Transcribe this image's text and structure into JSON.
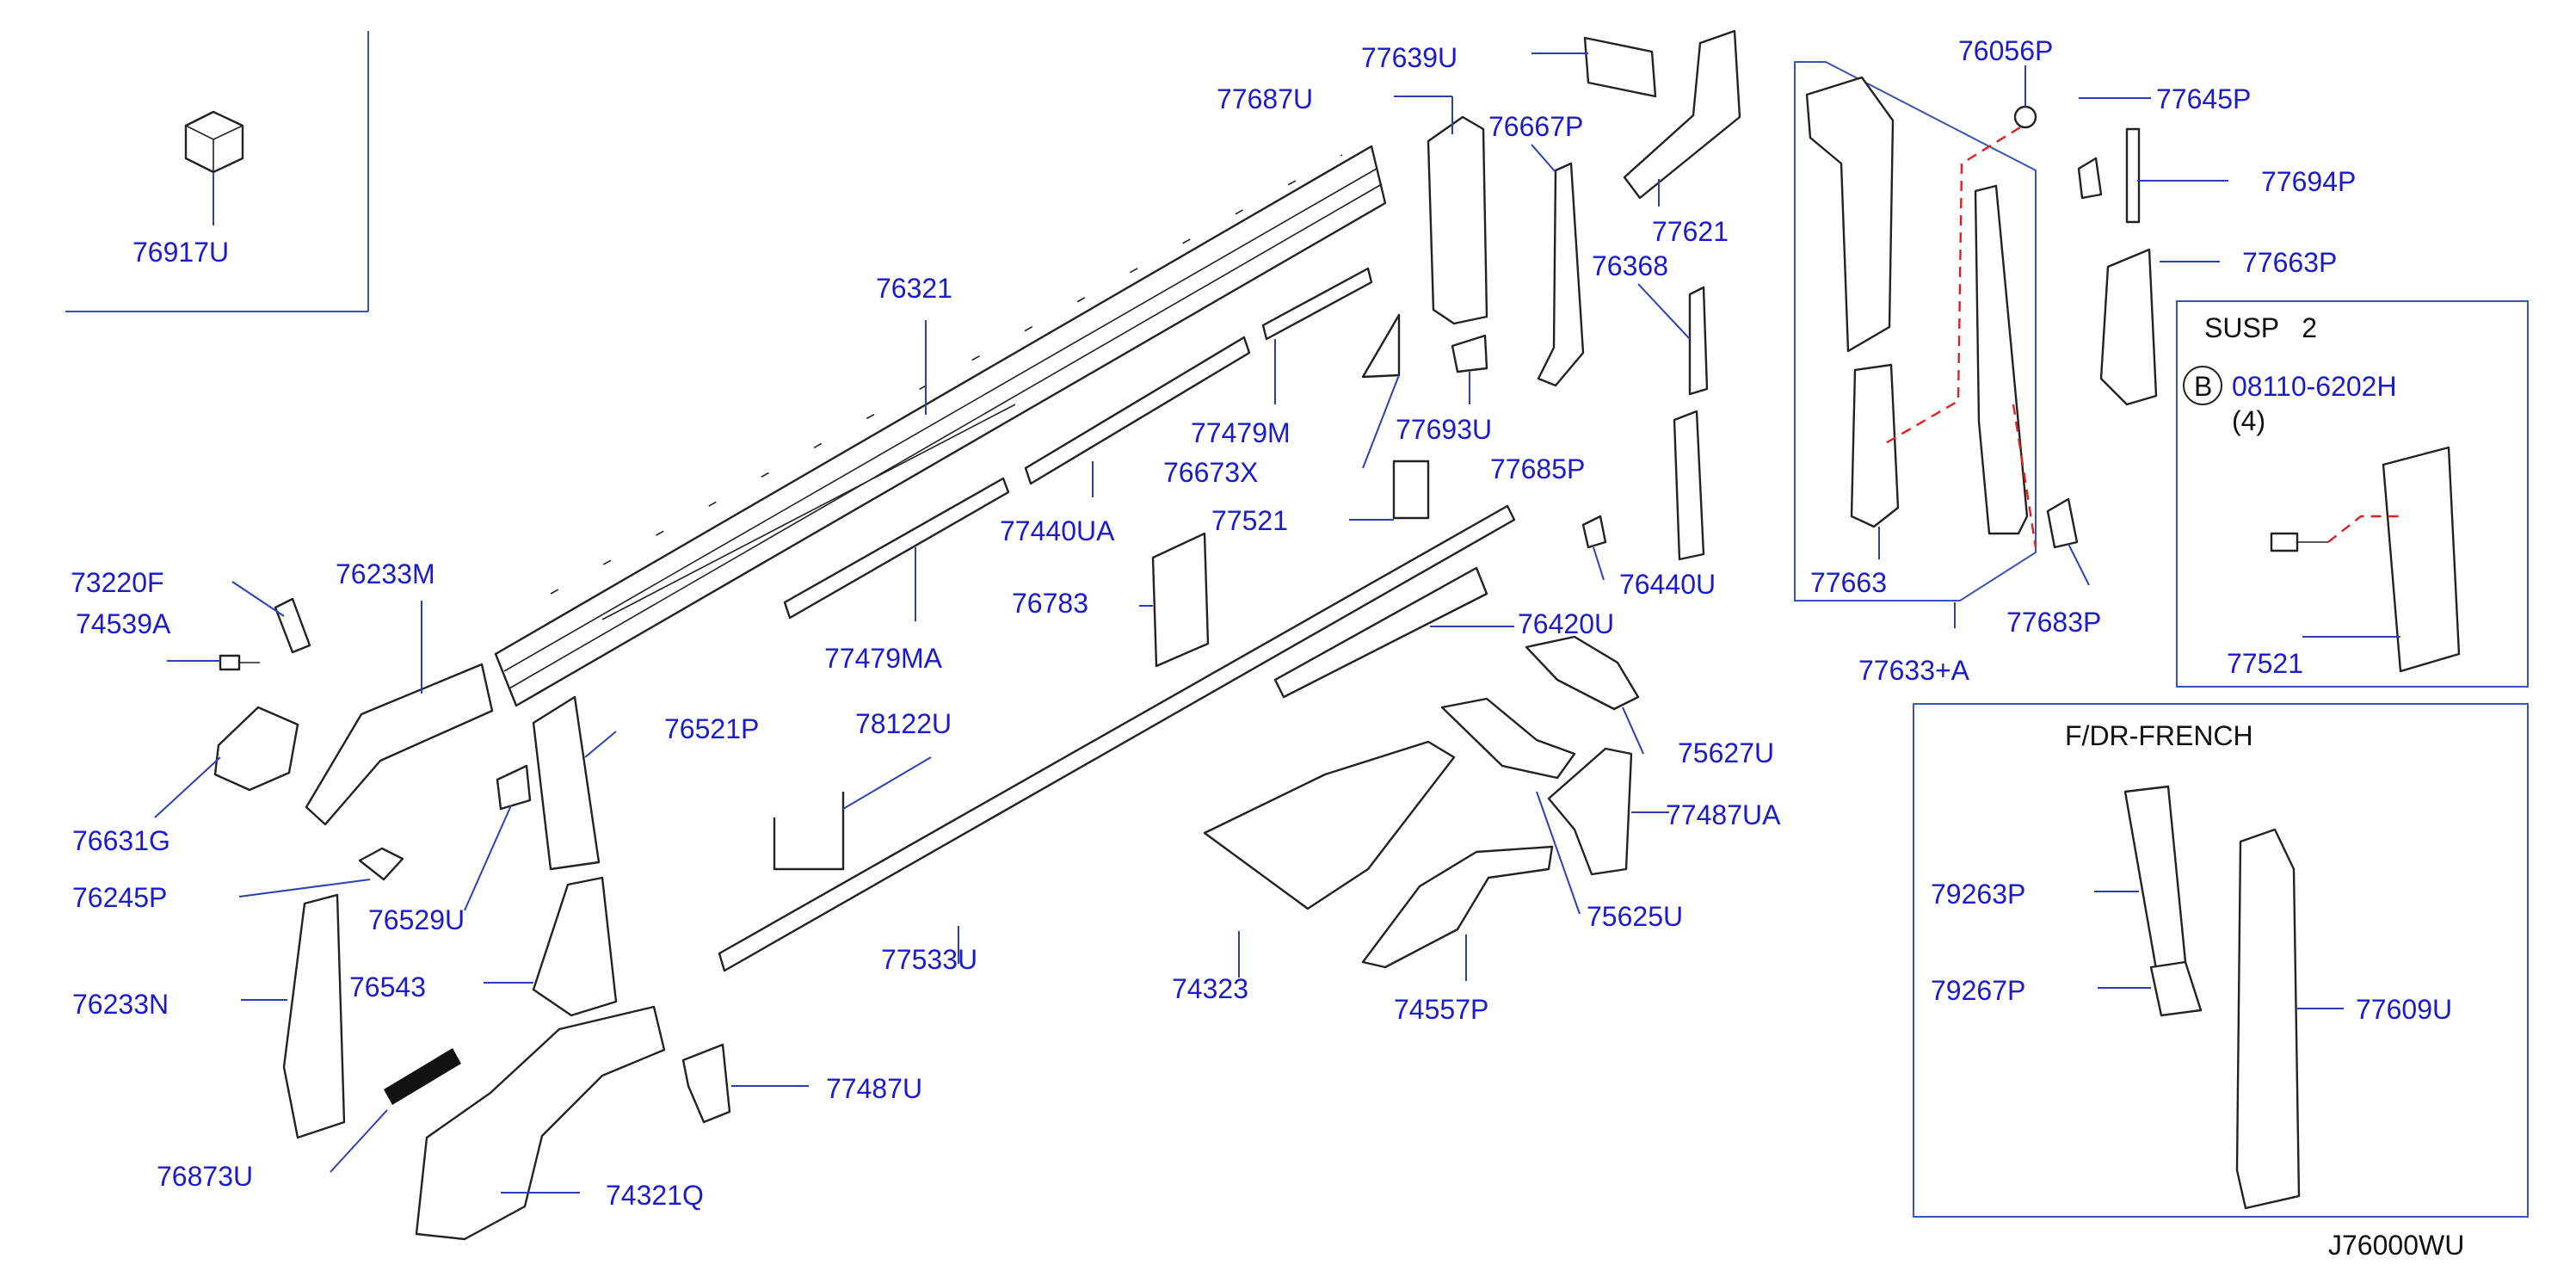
{
  "diagram": {
    "code": "J76000WU",
    "colors": {
      "label": "#1b1bcc",
      "leader": "#2b3fb8",
      "part_outline": "#222222",
      "assembly_line": "#e02020",
      "box_title": "#111111"
    },
    "boxes": {
      "susp": {
        "title": "SUSP   2",
        "bolt_badge": "B",
        "bolt_part": "08110-6202H",
        "bolt_qty": "(4)"
      },
      "french": {
        "title": "F/DR-FRENCH"
      }
    },
    "labels": [
      {
        "id": "p76917U",
        "text": "76917U"
      },
      {
        "id": "p76321",
        "text": "76321"
      },
      {
        "id": "p77687U",
        "text": "77687U"
      },
      {
        "id": "p77639U",
        "text": "77639U"
      },
      {
        "id": "p76667P",
        "text": "76667P"
      },
      {
        "id": "p77621",
        "text": "77621"
      },
      {
        "id": "p76368",
        "text": "76368"
      },
      {
        "id": "p76056P",
        "text": "76056P"
      },
      {
        "id": "p77645P",
        "text": "77645P"
      },
      {
        "id": "p77694P",
        "text": "77694P"
      },
      {
        "id": "p77663P",
        "text": "77663P"
      },
      {
        "id": "p77479M",
        "text": "77479M"
      },
      {
        "id": "p77693U",
        "text": "77693U"
      },
      {
        "id": "p76673X",
        "text": "76673X"
      },
      {
        "id": "p77685P",
        "text": "77685P"
      },
      {
        "id": "p77440UA",
        "text": "77440UA"
      },
      {
        "id": "p77521a",
        "text": "77521"
      },
      {
        "id": "p76440U",
        "text": "76440U"
      },
      {
        "id": "p77663",
        "text": "77663"
      },
      {
        "id": "p77683P",
        "text": "77683P"
      },
      {
        "id": "p77633A",
        "text": "77633+A"
      },
      {
        "id": "p77521b",
        "text": "77521"
      },
      {
        "id": "p73220F",
        "text": "73220F"
      },
      {
        "id": "p74539A",
        "text": "74539A"
      },
      {
        "id": "p76233M",
        "text": "76233M"
      },
      {
        "id": "p76783",
        "text": "76783"
      },
      {
        "id": "p77479MA",
        "text": "77479MA"
      },
      {
        "id": "p76420U",
        "text": "76420U"
      },
      {
        "id": "p76631G",
        "text": "76631G"
      },
      {
        "id": "p76521P",
        "text": "76521P"
      },
      {
        "id": "p78122U",
        "text": "78122U"
      },
      {
        "id": "p75627U",
        "text": "75627U"
      },
      {
        "id": "p77487UA",
        "text": "77487UA"
      },
      {
        "id": "p76245P",
        "text": "76245P"
      },
      {
        "id": "p76529U",
        "text": "76529U"
      },
      {
        "id": "p75625U",
        "text": "75625U"
      },
      {
        "id": "p79263P",
        "text": "79263P"
      },
      {
        "id": "p76233N",
        "text": "76233N"
      },
      {
        "id": "p76543",
        "text": "76543"
      },
      {
        "id": "p77533U",
        "text": "77533U"
      },
      {
        "id": "p74323",
        "text": "74323"
      },
      {
        "id": "p74557P",
        "text": "74557P"
      },
      {
        "id": "p79267P",
        "text": "79267P"
      },
      {
        "id": "p77609U",
        "text": "77609U"
      },
      {
        "id": "p77487U",
        "text": "77487U"
      },
      {
        "id": "p76873U",
        "text": "76873U"
      },
      {
        "id": "p74321Q",
        "text": "74321Q"
      }
    ]
  }
}
